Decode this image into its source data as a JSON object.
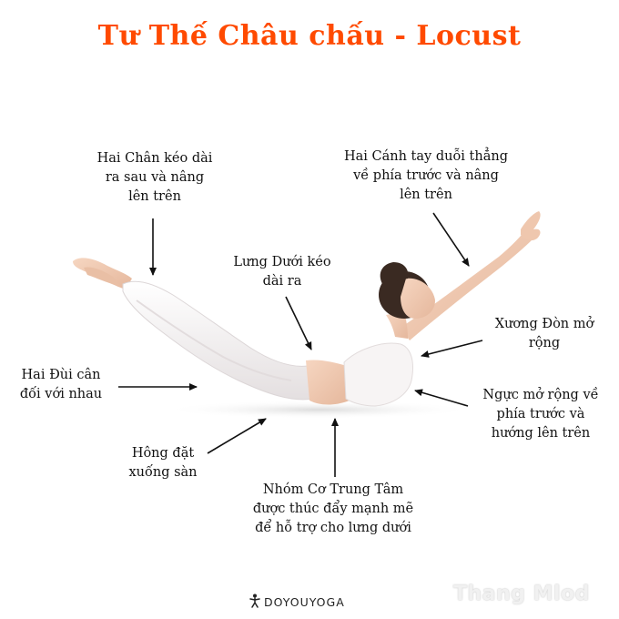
{
  "title": "Tư Thế Châu chấu - Locust",
  "labels": {
    "legs": [
      "Hai Chân kéo dài",
      "ra sau và nâng",
      "lên trên"
    ],
    "arms": [
      "Hai Cánh tay duỗi thẳng",
      "về phía trước và nâng",
      "lên trên"
    ],
    "lower_back": [
      "Lưng Dưới kéo",
      "dài ra"
    ],
    "collarbone": [
      "Xương Đòn mở",
      "rộng"
    ],
    "thighs": [
      "Hai Đùi cân",
      "đối với nhau"
    ],
    "chest": [
      "Ngực mở rộng về",
      "phía trước và",
      "hướng lên trên"
    ],
    "hips": [
      "Hông đặt",
      "xuống sàn"
    ],
    "core": [
      "Nhóm Cơ Trung Tâm",
      "được thúc đẩy mạnh mẽ",
      "để hỗ trợ cho lưng dưới"
    ]
  },
  "brand": "DOYOUYOGA",
  "watermark": "Thang Mlod",
  "colors": {
    "title": "#ff4a00",
    "text": "#111111",
    "arrow": "#111111",
    "skin": "#f0cdb6",
    "clothing": "#f6f3f3",
    "hair": "#3a2a22"
  }
}
